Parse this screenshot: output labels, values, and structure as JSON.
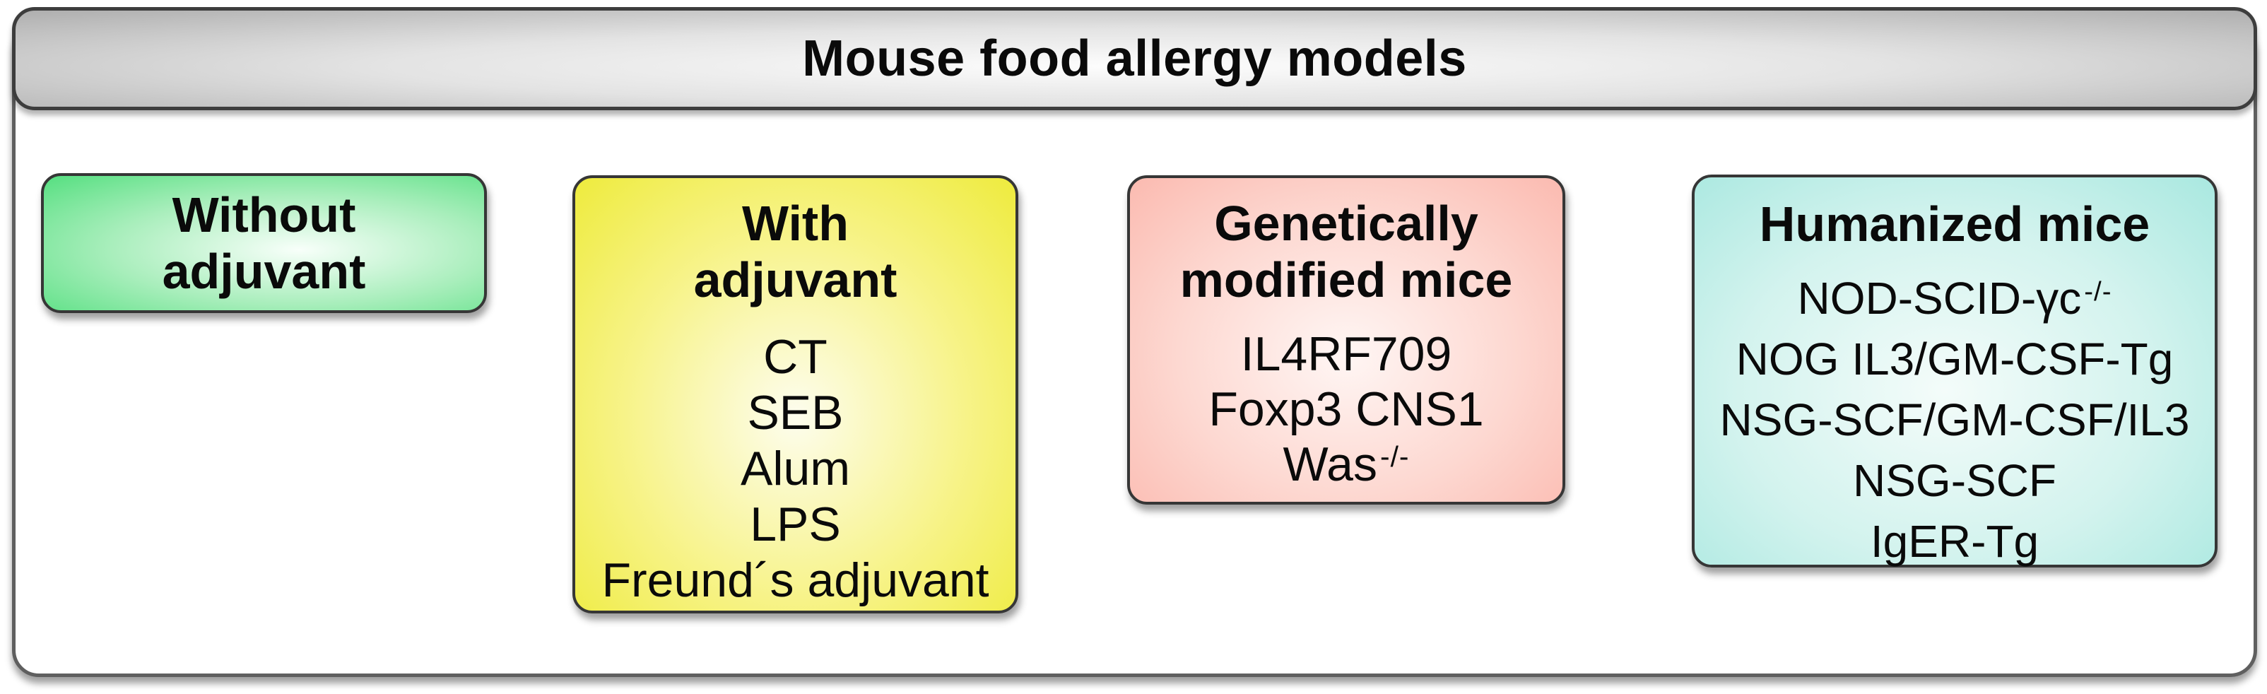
{
  "title": "Mouse food allergy models",
  "colors": {
    "text": "#0a0a0a",
    "outer_border": "#5f5f5f",
    "titlebar_border": "#3d3d3d",
    "titlebar_center": "#fdfdfd",
    "titlebar_mid": "#e3e3e3",
    "titlebar_edge": "#aeaeae",
    "box_border": "#363636",
    "green_center": "#f8fffa",
    "green_mid": "#a9eebc",
    "green_edge": "#55df80",
    "yellow_center": "#fdfdee",
    "yellow_mid": "#f7f388",
    "yellow_edge": "#eeeb3d",
    "pink_center": "#fff6f4",
    "pink_mid": "#fdd8d1",
    "pink_edge": "#fbbab0",
    "teal_center": "#f4fcfa",
    "teal_mid": "#d3f3ee",
    "teal_edge": "#a9e8e0"
  },
  "boxes": [
    {
      "id": "without-adjuvant",
      "header_lines": [
        "Without",
        "adjuvant"
      ],
      "items": []
    },
    {
      "id": "with-adjuvant",
      "header_lines": [
        "With",
        "adjuvant"
      ],
      "items": [
        "CT",
        "SEB",
        "Alum",
        "LPS",
        "Freund´s adjuvant"
      ]
    },
    {
      "id": "genetically-modified-mice",
      "header_lines": [
        "Genetically",
        "modified mice"
      ],
      "items": [
        "IL4RF709",
        "Foxp3 CNS1",
        {
          "text": "Was",
          "sup": "-/-"
        }
      ]
    },
    {
      "id": "humanized-mice",
      "header_lines": [
        "Humanized mice"
      ],
      "items": [
        {
          "text": "NOD-SCID-γc",
          "sup": "-/-"
        },
        "NOG IL3/GM-CSF-Tg",
        "NSG-SCF/GM-CSF/IL3",
        "NSG-SCF",
        "IgER-Tg"
      ]
    }
  ]
}
